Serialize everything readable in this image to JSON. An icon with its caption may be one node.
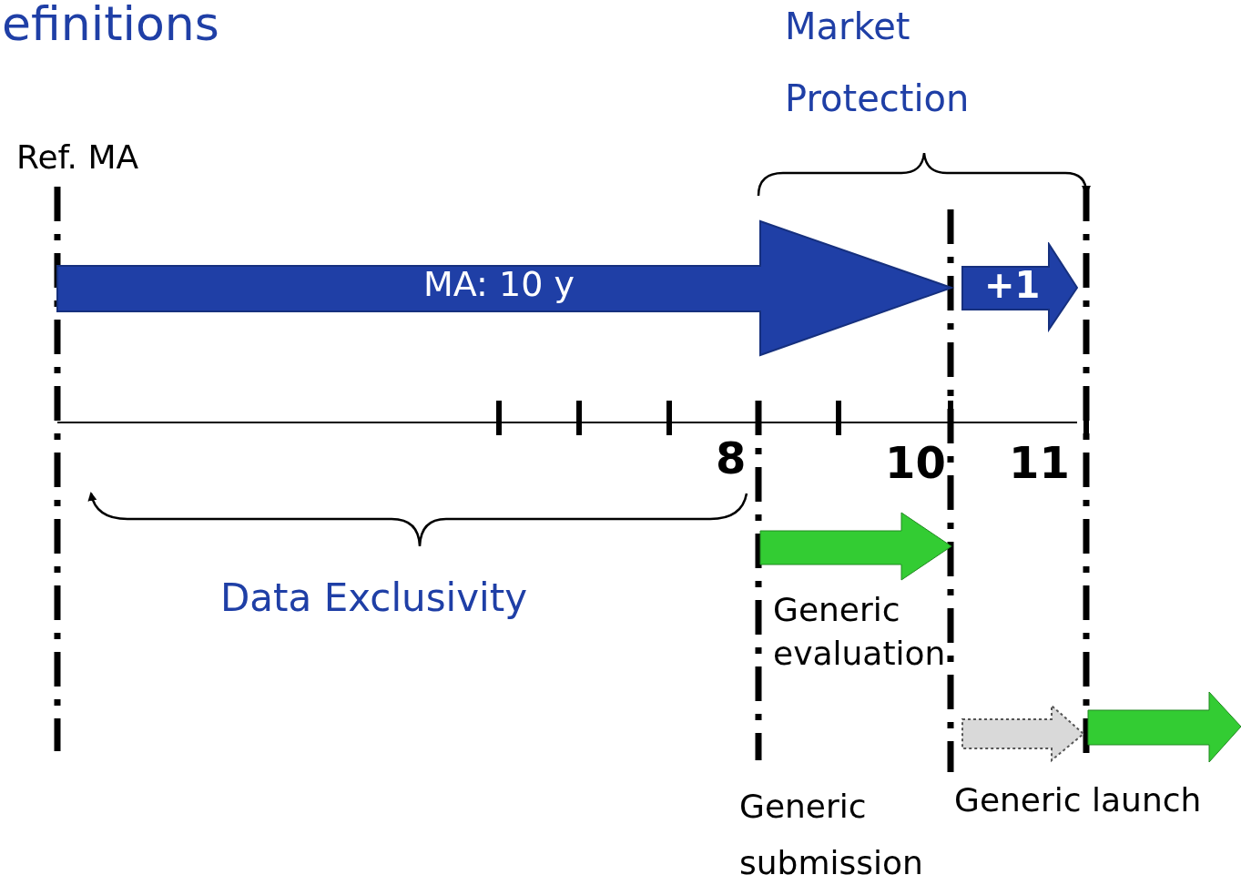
{
  "diagram": {
    "title": "efinitions",
    "nodes": [
      {
        "text": [
          "MA: 10 y"
        ]
      },
      {
        "text": [
          "+1"
        ]
      }
    ],
    "edges": [],
    "labels": [
      "Market Protection",
      "Ref. MA",
      "8",
      "10",
      "11",
      "Data Exclusivity",
      "Generic evaluation",
      "Generic submission",
      "Generic launch"
    ]
  }
}
